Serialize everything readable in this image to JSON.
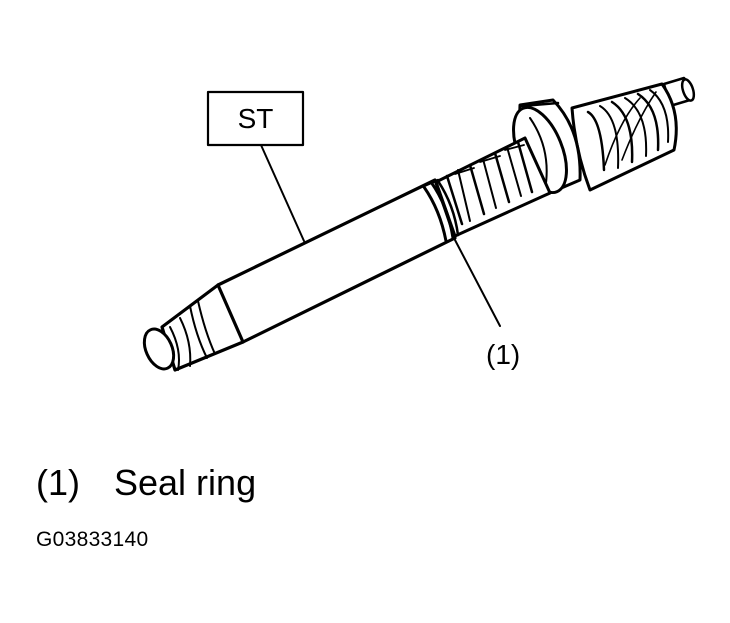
{
  "callouts": {
    "tool_box": "ST",
    "part_marker": "(1)"
  },
  "legend": {
    "items": [
      {
        "number": "(1)",
        "text": "Seal ring"
      }
    ]
  },
  "figure_code": "G03833140"
}
